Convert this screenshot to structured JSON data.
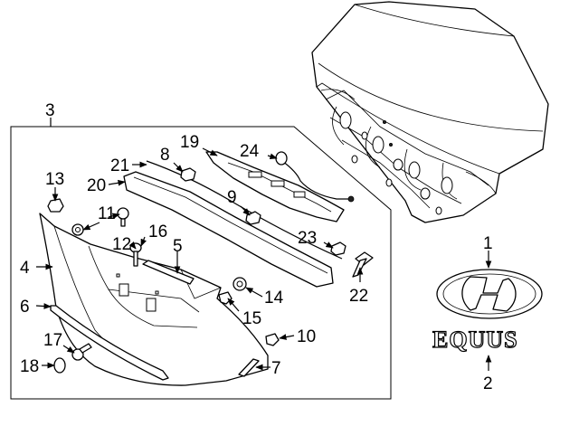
{
  "callouts": [
    {
      "id": "c1",
      "text": "1"
    },
    {
      "id": "c2",
      "text": "2"
    },
    {
      "id": "c3",
      "text": "3"
    },
    {
      "id": "c4",
      "text": "4"
    },
    {
      "id": "c5",
      "text": "5"
    },
    {
      "id": "c6",
      "text": "6"
    },
    {
      "id": "c7",
      "text": "7"
    },
    {
      "id": "c8",
      "text": "8"
    },
    {
      "id": "c9",
      "text": "9"
    },
    {
      "id": "c10",
      "text": "10"
    },
    {
      "id": "c11",
      "text": "11"
    },
    {
      "id": "c12",
      "text": "12"
    },
    {
      "id": "c13",
      "text": "13"
    },
    {
      "id": "c14",
      "text": "14"
    },
    {
      "id": "c15",
      "text": "15"
    },
    {
      "id": "c16",
      "text": "16"
    },
    {
      "id": "c17",
      "text": "17"
    },
    {
      "id": "c18",
      "text": "18"
    },
    {
      "id": "c19",
      "text": "19"
    },
    {
      "id": "c20",
      "text": "20"
    },
    {
      "id": "c21",
      "text": "21"
    },
    {
      "id": "c22",
      "text": "22"
    },
    {
      "id": "c23",
      "text": "23"
    },
    {
      "id": "c24",
      "text": "24"
    }
  ],
  "emblem_text": "EQUUS"
}
